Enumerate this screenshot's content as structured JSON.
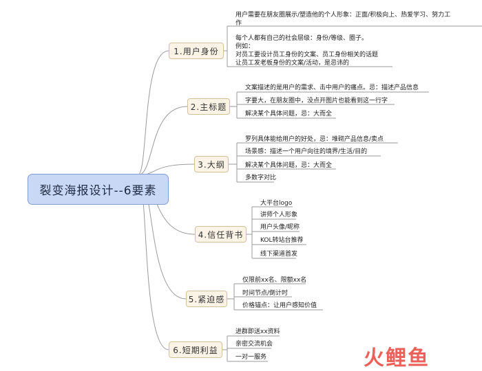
{
  "root": "裂变海报设计--6要素",
  "topics": [
    {
      "label": "1.用户身份",
      "leaves": [
        {
          "lines": [
            "用户需要在朋友圈展示/塑造他的个人形象：正面/积极向上、热爱学习、努力工",
            "作"
          ]
        },
        {
          "lines": [
            "每个人都有自己的社会层级：身份/等级、圈子。",
            "例如：",
            "对员工要设计员工身份的文案、员工身份相关的话题",
            "让员工发老板身份的文案/活动，是忌讳的"
          ]
        }
      ]
    },
    {
      "label": "2.主标题",
      "leaves": [
        {
          "lines": [
            "文案描述的是用户的需求、击中用户的痛点。忌：描述产品信息"
          ]
        },
        {
          "lines": [
            "字要大，在朋友圈中，没点开图片也能看到这一行字"
          ]
        },
        {
          "lines": [
            "解决某个具体问题，忌：大而全"
          ]
        }
      ]
    },
    {
      "label": "3.大纲",
      "leaves": [
        {
          "lines": [
            "罗列具体能给用户的好处，忌：堆砌产品信息/卖点"
          ]
        },
        {
          "lines": [
            "场景感：描述一个用户向往的境界/生活/目的"
          ]
        },
        {
          "lines": [
            "解决某个具体问题，忌：大而全"
          ]
        },
        {
          "lines": [
            "多数字对比"
          ]
        }
      ]
    },
    {
      "label": "4.信任背书",
      "leaves": [
        {
          "lines": [
            "大平台logo"
          ]
        },
        {
          "lines": [
            "讲师个人形象"
          ]
        },
        {
          "lines": [
            "用户头像/昵称"
          ]
        },
        {
          "lines": [
            "KOL转站台推荐"
          ]
        },
        {
          "lines": [
            "线下渠道首发"
          ]
        }
      ]
    },
    {
      "label": "5.紧迫感",
      "leaves": [
        {
          "lines": [
            "仅限前xx名、限额xx名"
          ]
        },
        {
          "lines": [
            "时间节点/倒计时"
          ]
        },
        {
          "lines": [
            "价格锚点：让用户感知价值"
          ]
        }
      ]
    },
    {
      "label": "6.短期利益",
      "leaves": [
        {
          "lines": [
            "进群即送xx资料"
          ]
        },
        {
          "lines": [
            "亲密交流机会"
          ]
        },
        {
          "lines": [
            "一对一服务"
          ]
        }
      ]
    }
  ],
  "watermark": "火鲤鱼"
}
